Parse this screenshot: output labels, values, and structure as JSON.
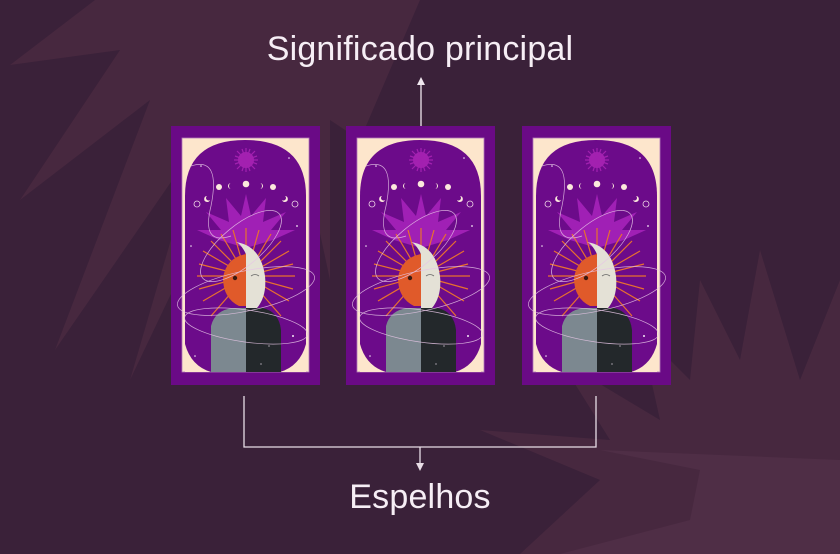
{
  "diagram": {
    "top_label": "Significado principal",
    "bottom_label": "Espelhos",
    "cards": [
      {
        "name": "Sun and Moon tarot card (left)",
        "position": "left",
        "role": "mirror"
      },
      {
        "name": "Sun and Moon tarot card (center)",
        "position": "center",
        "role": "main-meaning"
      },
      {
        "name": "Sun and Moon tarot card (right)",
        "position": "right",
        "role": "mirror"
      }
    ],
    "connectors": {
      "top": "arrow from center card up to 'Significado principal'",
      "bottom": "bracket joining left and right cards with arrow down to 'Espelhos'"
    }
  },
  "colors": {
    "background": "#3a2139",
    "background_star": "#48293f",
    "card_frame": "#6a0a86",
    "card_corner": "#fde6cc",
    "text": "#f6eef5",
    "line": "#e8dde6"
  }
}
